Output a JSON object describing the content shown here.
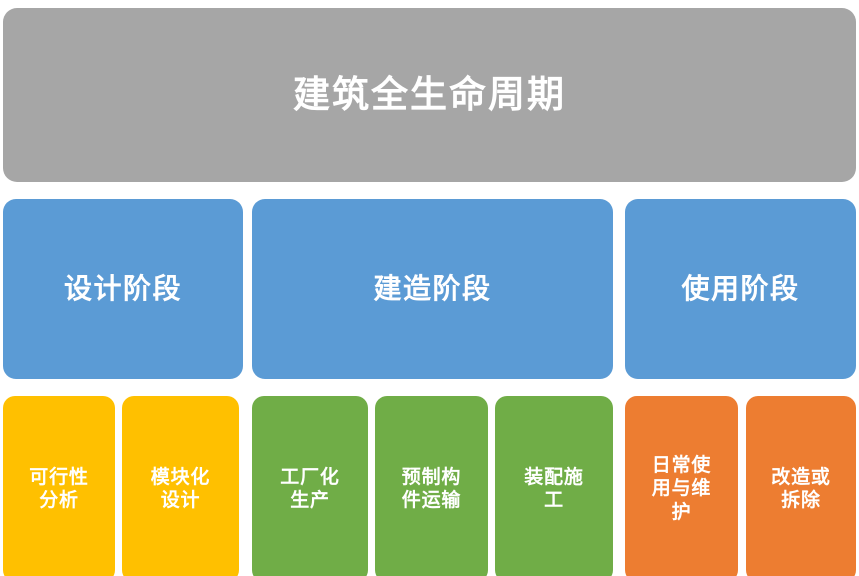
{
  "diagram": {
    "title": "建筑全生命周期",
    "type": "hierarchy-tree",
    "colors": {
      "root": "#a6a6a6",
      "phase": "#5b9bd5",
      "design_leaf": "#ffc000",
      "build_leaf": "#70ad47",
      "use_leaf": "#ed7d31",
      "text": "#ffffff",
      "background": "#ffffff"
    },
    "root": {
      "label": "建筑全生命周期"
    },
    "phases": [
      {
        "id": "design",
        "label": "设计阶段",
        "leaves": [
          {
            "id": "feasibility",
            "label": "可行性\n分析"
          },
          {
            "id": "modular-design",
            "label": "模块化\n设计"
          }
        ]
      },
      {
        "id": "construction",
        "label": "建造阶段",
        "leaves": [
          {
            "id": "factory-production",
            "label": "工厂化\n生产"
          },
          {
            "id": "component-transport",
            "label": "预制构\n件运输"
          },
          {
            "id": "assembly-construction",
            "label": "装配施\n工"
          }
        ]
      },
      {
        "id": "operation",
        "label": "使用阶段",
        "leaves": [
          {
            "id": "daily-use-maintenance",
            "label": "日常使\n用与维\n护"
          },
          {
            "id": "renovation-demolition",
            "label": "改造或\n拆除"
          }
        ]
      }
    ]
  }
}
